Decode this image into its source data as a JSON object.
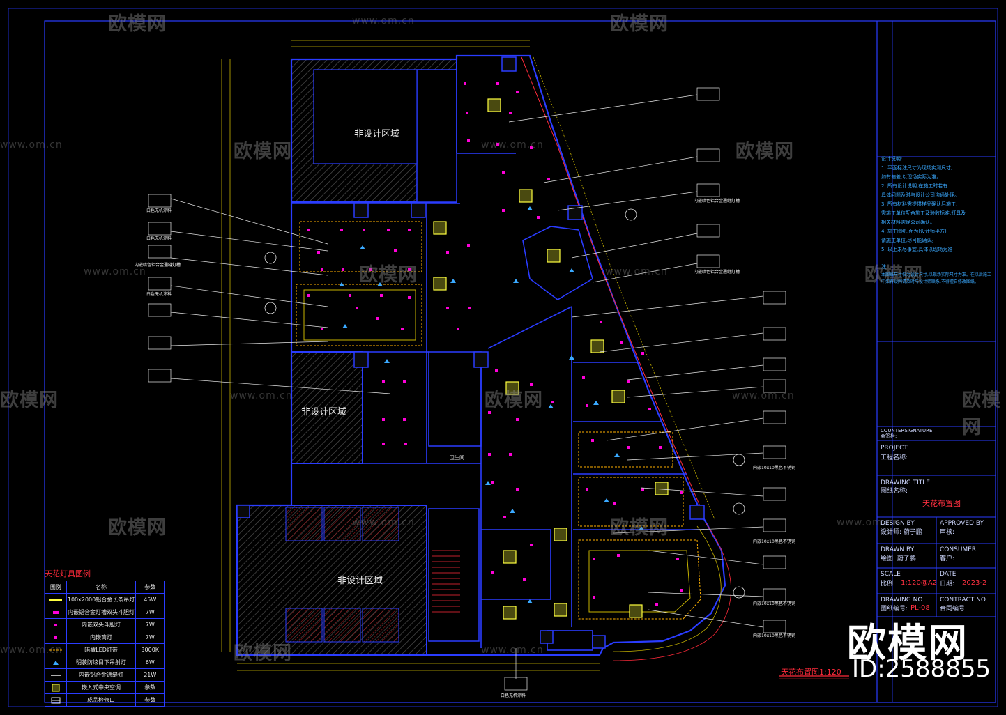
{
  "watermark": {
    "brand": "欧模网",
    "url": "www.om.cn"
  },
  "zones": {
    "non_design_1": "非设计区域",
    "non_design_2": "非设计区域",
    "non_design_3": "非设计区域",
    "restroom": "卫生间"
  },
  "callout_labels": {
    "ceiling_paint": "白色无机涂料",
    "ceiling_paint_2": "白色无机涂料",
    "ceiling_paint_3": "白色无机涂料",
    "metal_grille": "内嵌暗色铝合金通缝灯槽",
    "metal_grille_2": "内嵌暗色铝合金通缝灯槽",
    "metal_grille_3": "内嵌暗色铝合金通缝灯槽",
    "bottom_note": "白色无机涂料",
    "right_metal": "内嵌10x10黑色不锈钢",
    "right_metal_2": "内嵌10x10黑色不锈钢",
    "right_metal_3": "内嵌10x10黑色不锈钢",
    "right_metal_4": "内嵌10x10黑色不锈钢"
  },
  "plan_title": "天花布置图1:120",
  "legend": {
    "title": "天花灯具图例",
    "headers": [
      "图例",
      "名称",
      "参数"
    ],
    "rows": [
      [
        "",
        "100x2000铝合金长条吊灯",
        "45W"
      ],
      [
        "",
        "内嵌铝合金灯槽双头斗胆灯",
        "7W"
      ],
      [
        "",
        "内嵌双头斗胆灯",
        "7W"
      ],
      [
        "",
        "内嵌筒灯",
        "7W"
      ],
      [
        "",
        "暗藏LED灯带",
        "3000K"
      ],
      [
        "",
        "明装防炫目下吊射灯",
        "6W"
      ],
      [
        "",
        "内嵌铝合金通缝灯",
        "21W"
      ],
      [
        "",
        "嵌入式中央空调",
        "参数"
      ],
      [
        "",
        "成品检修口",
        "参数"
      ]
    ]
  },
  "notes": {
    "heading": "设计说明:",
    "lines": [
      "1: 平面标注尺寸为现场实测尺寸,",
      "如有偏差,以现场实际为准。",
      "2: 所有设计说明,在施工时若有",
      "具体问题及时与设计公司沟通处理。",
      "3: 所有材料需提供样品确认后施工,",
      "需施工单位配合施工及验收标准,灯具及",
      "相关材料需经公司确认。",
      "4: 施工图纸,面为(设计师平方)",
      "请施工单位,尽可能确认。",
      "5: 以上未尽事宜,具体以现场为准"
    ],
    "notice_heading": "注:",
    "notice": "本图纸尺寸仅为设计尺寸,以现场实际尺寸为准。在以后施工中如有疑问请及时与设计师联系,不得擅自修改图纸。"
  },
  "title_block": {
    "counter_signature": "COUNTERSIGNATURE:",
    "countersign_cn": "会签栏:",
    "project_label": "PROJECT:",
    "project_cn": "工程名称:",
    "drawing_title_label": "DRAWING TITLE:",
    "drawing_title_cn": "图纸名称:",
    "drawing_title_value": "天花布置图",
    "design_by": "DESIGN BY",
    "design_by_cn": "设计师: 蔚子鹏",
    "approved_by": "APPROVED BY",
    "approved_by_cn": "审核:",
    "drawn_by": "DRAWN BY",
    "drawn_by_cn": "绘图: 蔚子鹏",
    "consumer": "CONSUMER",
    "consumer_cn": "客户:",
    "scale": "SCALE",
    "scale_cn": "比例:",
    "scale_value": "1:120@A2",
    "date": "DATE",
    "date_cn": "日期:",
    "date_value": "2023-2",
    "drawing_no": "DRAWING NO",
    "drawing_no_cn": "图纸编号:",
    "drawing_no_value": "PL-08",
    "contract_no": "CONTRACT NO",
    "contract_no_cn": "合同编号:"
  },
  "brand_overlay": {
    "name": "欧模网",
    "id": "ID:2588855"
  },
  "colors": {
    "wall": "#2a3cff",
    "accent_red": "#ff2a3a",
    "light_magenta": "#ff00d8",
    "fixture_yellow": "#ffff40",
    "dim_yellow": "#c8b400",
    "hatch_gray": "#5a5a5a",
    "text_cyan": "#3aa9ff"
  }
}
